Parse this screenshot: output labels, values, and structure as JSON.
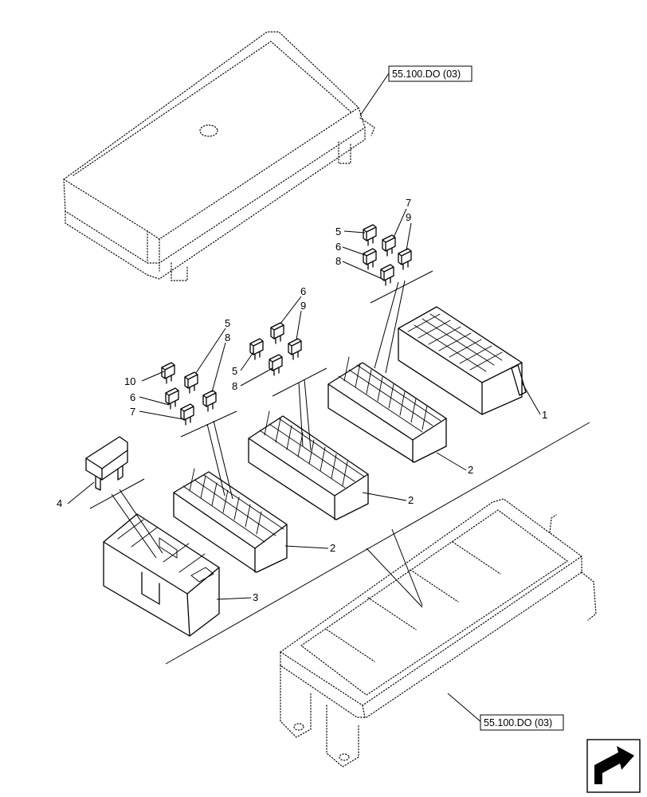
{
  "references": {
    "cover_ref": "55.100.DO (03)",
    "base_ref": "55.100.DO (03)"
  },
  "callouts": {
    "fuse_5_a": "5",
    "fuse_6_a": "6",
    "fuse_8_a": "8",
    "fuse_7_a": "7",
    "fuse_9_a": "9",
    "fuse_5_b": "5",
    "fuse_6_b": "6",
    "fuse_8_b": "8",
    "fuse_9_b": "9",
    "fuse_5_c": "5",
    "fuse_8_c": "8",
    "fuse_10_c": "10",
    "fuse_6_c": "6",
    "fuse_7_c": "7",
    "part_1": "1",
    "part_2_a": "2",
    "part_2_b": "2",
    "part_2_c": "2",
    "part_3": "3",
    "part_4": "4"
  },
  "nav": {
    "icon": "next-page-arrow-icon"
  }
}
